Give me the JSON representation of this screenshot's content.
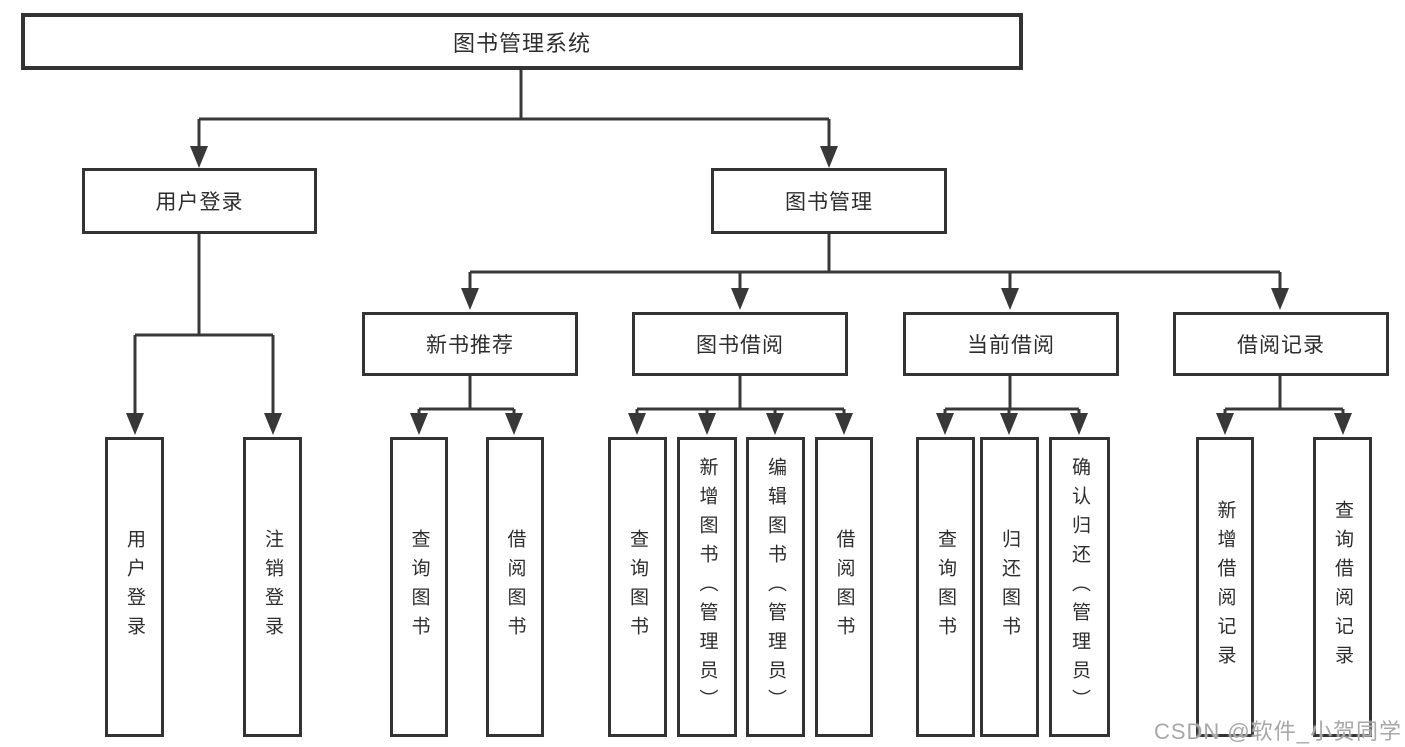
{
  "root": {
    "label": "图书管理系统"
  },
  "level2": [
    {
      "label": "用户登录"
    },
    {
      "label": "图书管理"
    }
  ],
  "level3": [
    {
      "label": "新书推荐"
    },
    {
      "label": "图书借阅"
    },
    {
      "label": "当前借阅"
    },
    {
      "label": "借阅记录"
    }
  ],
  "leaves": {
    "user": [
      {
        "label": "用户登录"
      },
      {
        "label": "注销登录"
      }
    ],
    "recommend": [
      {
        "label": "查询图书"
      },
      {
        "label": "借阅图书"
      }
    ],
    "borrow": [
      {
        "label": "查询图书"
      },
      {
        "label": "新增图书（管理员）"
      },
      {
        "label": "编辑图书（管理员）"
      },
      {
        "label": "借阅图书"
      }
    ],
    "current": [
      {
        "label": "查询图书"
      },
      {
        "label": "归还图书"
      },
      {
        "label": "确认归还（管理员）"
      }
    ],
    "record": [
      {
        "label": "新增借阅记录"
      },
      {
        "label": "查询借阅记录"
      }
    ]
  },
  "watermark": "CSDN @软件_小贺同学",
  "colors": {
    "line": "#383838",
    "text": "#2d2d2d",
    "watermark": "#a8a8a8"
  }
}
